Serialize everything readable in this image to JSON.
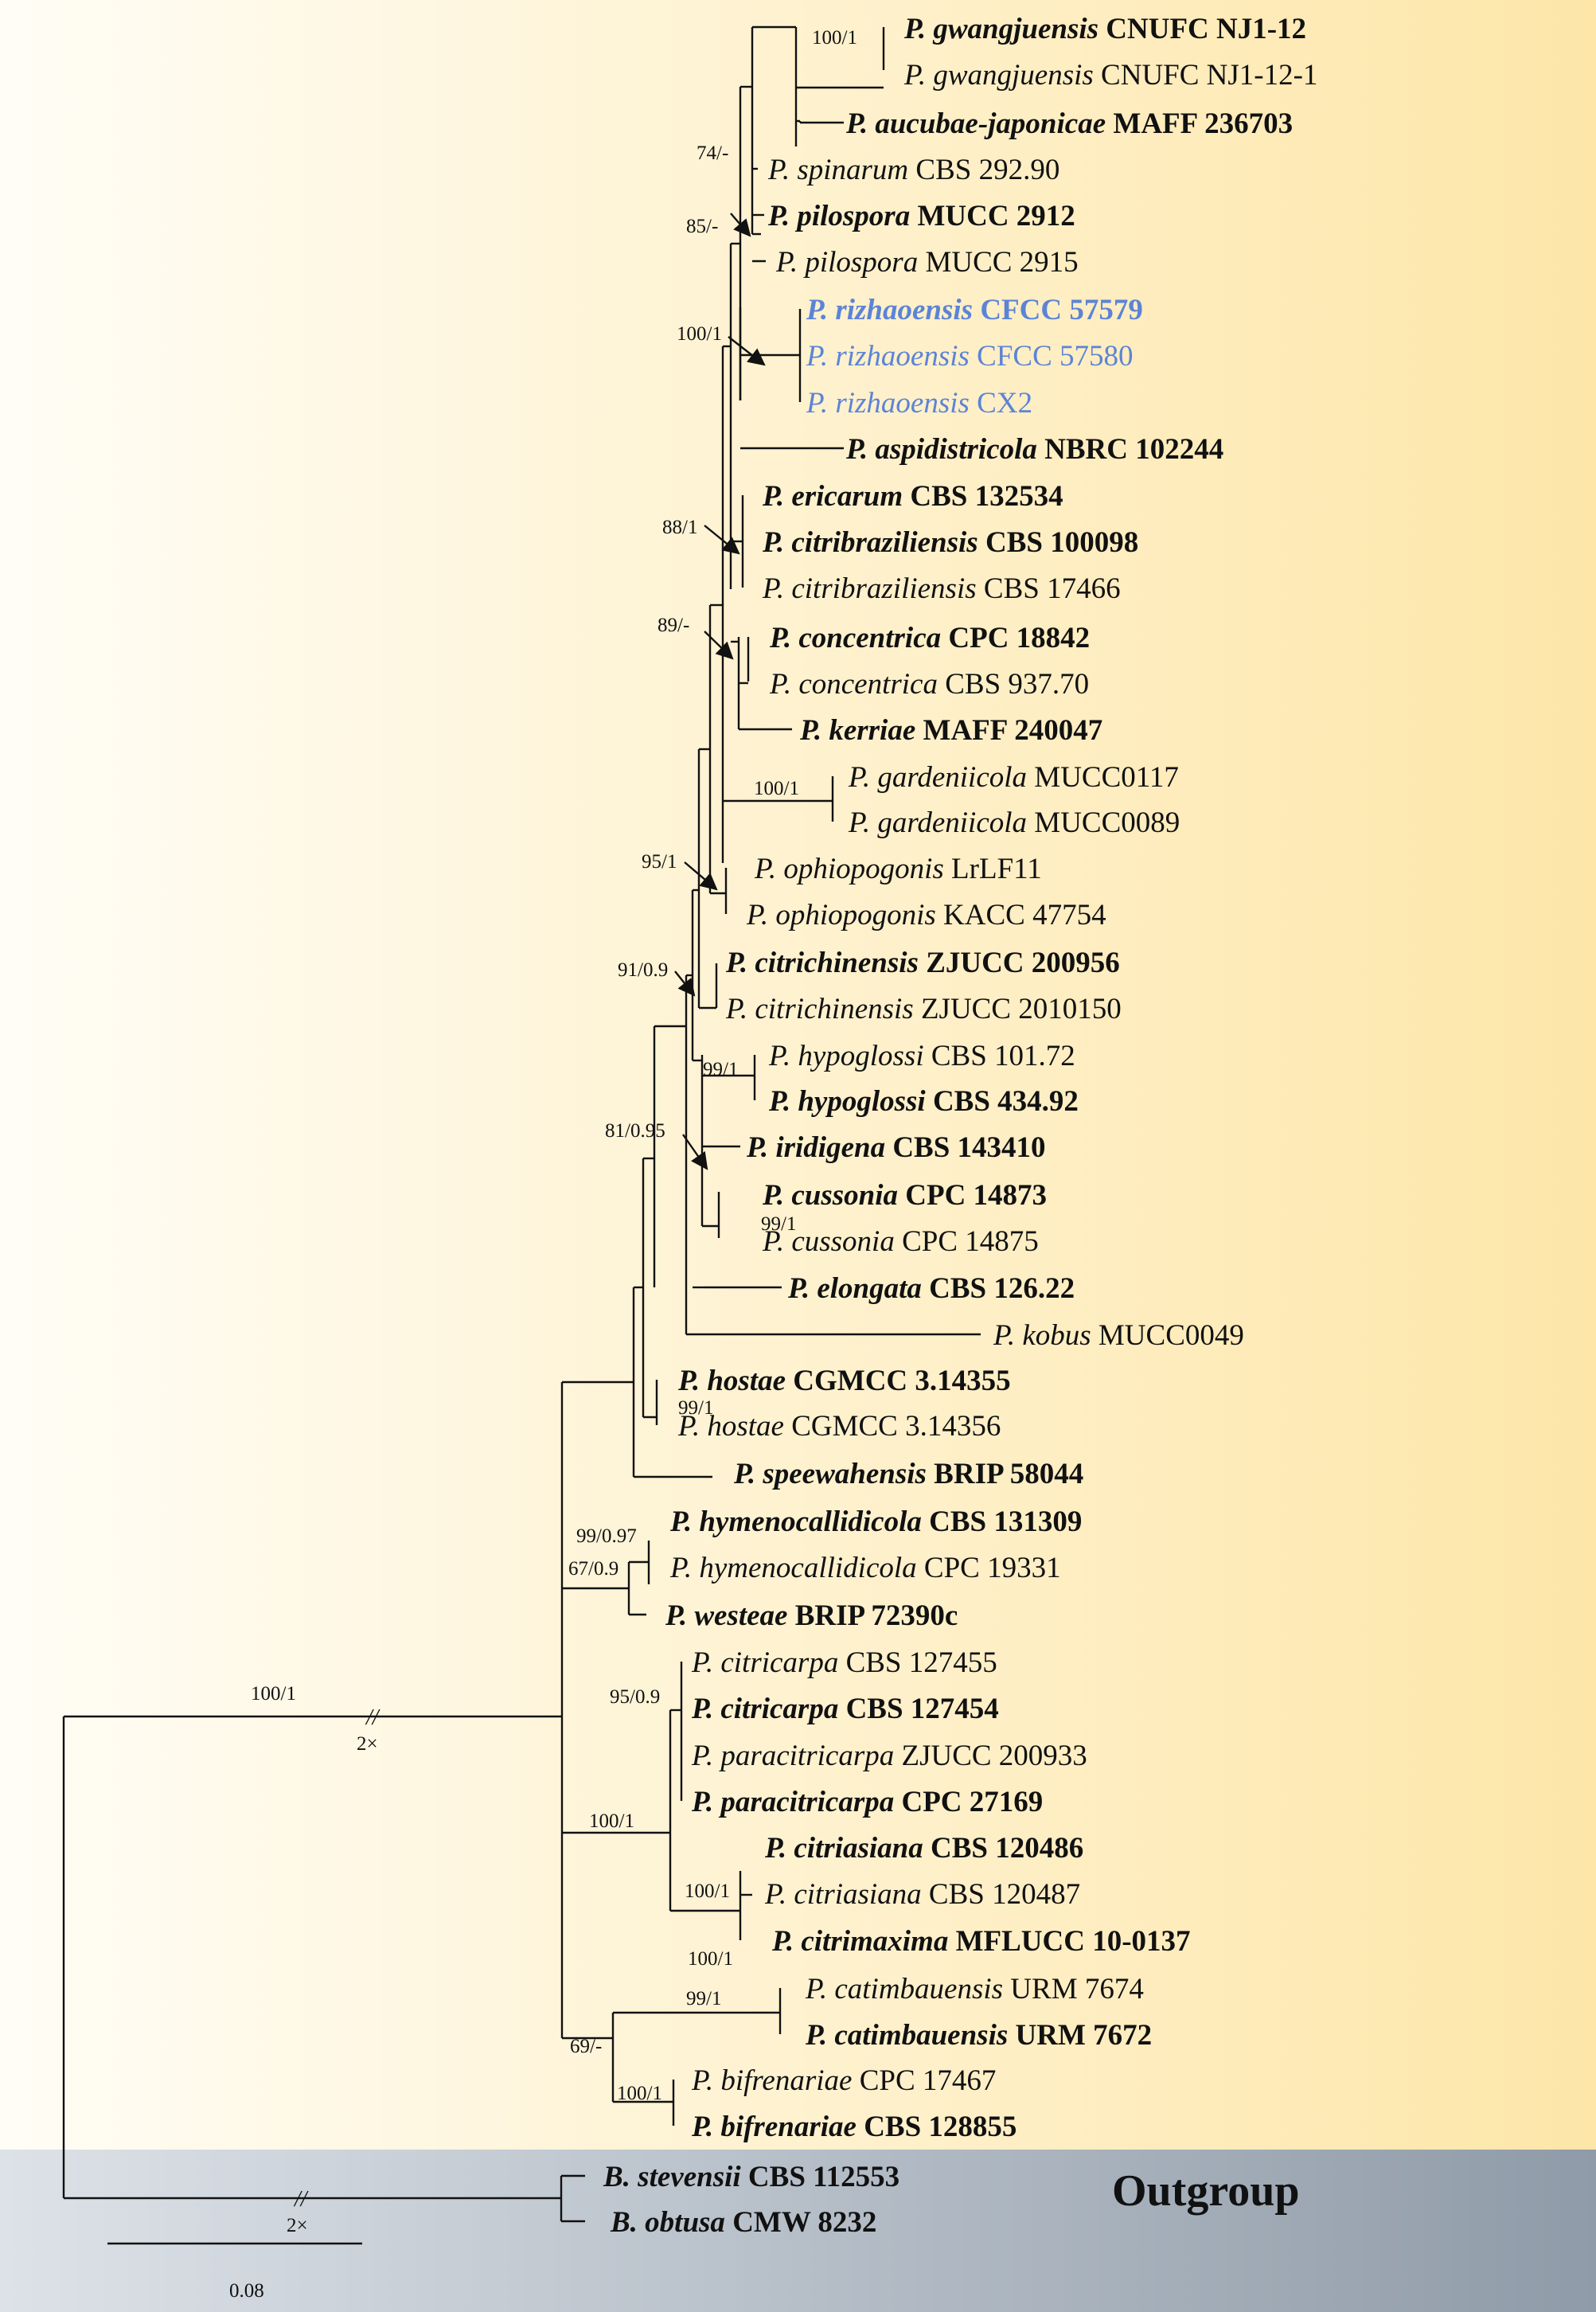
{
  "tree": {
    "outgroup_title": "Outgroup",
    "scale_label": "0.08",
    "break_marks": [
      "2×",
      "2×"
    ],
    "colors": {
      "background_left": "#fffdf6",
      "background_right": "#fde6a8",
      "outgroup_band_left": "#dde2e8",
      "outgroup_band_right": "#8f9ba8",
      "new_species": "#5c84d6",
      "ink": "#111111"
    },
    "taxa": [
      {
        "genus": "P.",
        "species": "gwangjuensis",
        "strain": "CNUFC NJ1-12",
        "bold": true,
        "highlight": false
      },
      {
        "genus": "P.",
        "species": "gwangjuensis",
        "strain": "CNUFC NJ1-12-1",
        "bold": false,
        "highlight": false
      },
      {
        "genus": "P.",
        "species": "aucubae-japonicae",
        "strain": "MAFF 236703",
        "bold": true,
        "highlight": false
      },
      {
        "genus": "P.",
        "species": "spinarum",
        "strain": "CBS 292.90",
        "bold": false,
        "highlight": false
      },
      {
        "genus": "P.",
        "species": "pilospora",
        "strain": "MUCC 2912",
        "bold": true,
        "highlight": false
      },
      {
        "genus": "P.",
        "species": "pilospora",
        "strain": "MUCC 2915",
        "bold": false,
        "highlight": false
      },
      {
        "genus": "P.",
        "species": "rizhaoensis",
        "strain": "CFCC 57579",
        "bold": true,
        "highlight": true
      },
      {
        "genus": "P.",
        "species": "rizhaoensis",
        "strain": "CFCC 57580",
        "bold": false,
        "highlight": true
      },
      {
        "genus": "P.",
        "species": "rizhaoensis",
        "strain": "CX2",
        "bold": false,
        "highlight": true
      },
      {
        "genus": "P.",
        "species": "aspidistricola",
        "strain": "NBRC 102244",
        "bold": true,
        "highlight": false
      },
      {
        "genus": "P.",
        "species": "ericarum",
        "strain": "CBS 132534",
        "bold": true,
        "highlight": false
      },
      {
        "genus": "P.",
        "species": "citribraziliensis",
        "strain": "CBS 100098",
        "bold": true,
        "highlight": false
      },
      {
        "genus": "P.",
        "species": "citribraziliensis",
        "strain": "CBS 17466",
        "bold": false,
        "highlight": false
      },
      {
        "genus": "P.",
        "species": "concentrica",
        "strain": "CPC 18842",
        "bold": true,
        "highlight": false
      },
      {
        "genus": "P.",
        "species": "concentrica",
        "strain": "CBS 937.70",
        "bold": false,
        "highlight": false
      },
      {
        "genus": "P.",
        "species": "kerriae",
        "strain": "MAFF 240047",
        "bold": true,
        "highlight": false
      },
      {
        "genus": "P.",
        "species": "gardeniicola",
        "strain": "MUCC0117",
        "bold": false,
        "highlight": false
      },
      {
        "genus": "P.",
        "species": "gardeniicola",
        "strain": "MUCC0089",
        "bold": false,
        "highlight": false
      },
      {
        "genus": "P.",
        "species": "ophiopogonis",
        "strain": "LrLF11",
        "bold": false,
        "highlight": false
      },
      {
        "genus": "P.",
        "species": "ophiopogonis",
        "strain": "KACC 47754",
        "bold": false,
        "highlight": false
      },
      {
        "genus": "P.",
        "species": "citrichinensis",
        "strain": "ZJUCC 200956",
        "bold": true,
        "highlight": false
      },
      {
        "genus": "P.",
        "species": "citrichinensis",
        "strain": "ZJUCC 2010150",
        "bold": false,
        "highlight": false
      },
      {
        "genus": "P.",
        "species": "hypoglossi",
        "strain": "CBS 101.72",
        "bold": false,
        "highlight": false
      },
      {
        "genus": "P.",
        "species": "hypoglossi",
        "strain": "CBS 434.92",
        "bold": true,
        "highlight": false
      },
      {
        "genus": "P.",
        "species": "iridigena",
        "strain": "CBS 143410",
        "bold": true,
        "highlight": false
      },
      {
        "genus": "P.",
        "species": "cussonia",
        "strain": "CPC 14873",
        "bold": true,
        "highlight": false
      },
      {
        "genus": "P.",
        "species": "cussonia",
        "strain": "CPC 14875",
        "bold": false,
        "highlight": false
      },
      {
        "genus": "P.",
        "species": "elongata",
        "strain": "CBS 126.22",
        "bold": true,
        "highlight": false
      },
      {
        "genus": "P.",
        "species": "kobus",
        "strain": "MUCC0049",
        "bold": false,
        "highlight": false
      },
      {
        "genus": "P.",
        "species": "hostae",
        "strain": "CGMCC 3.14355",
        "bold": true,
        "highlight": false
      },
      {
        "genus": "P.",
        "species": "hostae",
        "strain": "CGMCC 3.14356",
        "bold": false,
        "highlight": false
      },
      {
        "genus": "P.",
        "species": "speewahensis",
        "strain": "BRIP 58044",
        "bold": true,
        "highlight": false
      },
      {
        "genus": "P.",
        "species": "hymenocallidicola",
        "strain": "CBS 131309",
        "bold": true,
        "highlight": false
      },
      {
        "genus": "P.",
        "species": "hymenocallidicola",
        "strain": "CPC 19331",
        "bold": false,
        "highlight": false
      },
      {
        "genus": "P.",
        "species": "westeae",
        "strain": " BRIP 72390c",
        "bold": true,
        "highlight": false
      },
      {
        "genus": "P.",
        "species": "citricarpa",
        "strain": "CBS 127455",
        "bold": false,
        "highlight": false
      },
      {
        "genus": "P.",
        "species": "citricarpa",
        "strain": "CBS 127454",
        "bold": true,
        "highlight": false
      },
      {
        "genus": "P.",
        "species": "paracitricarpa",
        "strain": "ZJUCC 200933",
        "bold": false,
        "highlight": false
      },
      {
        "genus": "P.",
        "species": "paracitricarpa",
        "strain": "CPC 27169",
        "bold": true,
        "highlight": false
      },
      {
        "genus": "P.",
        "species": "citriasiana",
        "strain": "CBS 120486",
        "bold": true,
        "highlight": false
      },
      {
        "genus": "P.",
        "species": "citriasiana",
        "strain": "CBS 120487",
        "bold": false,
        "highlight": false
      },
      {
        "genus": "P.",
        "species": "citrimaxima",
        "strain": "MFLUCC 10-0137",
        "bold": true,
        "highlight": false
      },
      {
        "genus": "P.",
        "species": "catimbauensis",
        "strain": "URM 7674",
        "bold": false,
        "highlight": false
      },
      {
        "genus": "P.",
        "species": "catimbauensis",
        "strain": "URM 7672",
        "bold": true,
        "highlight": false
      },
      {
        "genus": "P.",
        "species": "bifrenariae",
        "strain": "CPC 17467",
        "bold": false,
        "highlight": false
      },
      {
        "genus": "P.",
        "species": "bifrenariae",
        "strain": "CBS 128855",
        "bold": true,
        "highlight": false
      },
      {
        "genus": "B.",
        "species": "stevensii",
        "strain": "CBS 112553",
        "bold": true,
        "highlight": false
      },
      {
        "genus": "B.",
        "species": "obtusa",
        "strain": "CMW 8232",
        "bold": true,
        "highlight": false
      }
    ],
    "support_labels": [
      "100/1",
      "74/-",
      "85/-",
      "100/1",
      "88/1",
      "89/-",
      "100/1",
      "95/1",
      "91/0.9",
      "99/1",
      "81/0.95",
      "99/1",
      "99/1",
      "99/0.97",
      "67/0.9",
      "100/1",
      "95/0.9",
      "100/1",
      "100/1",
      "99/1",
      "69/-",
      "100/1"
    ]
  }
}
